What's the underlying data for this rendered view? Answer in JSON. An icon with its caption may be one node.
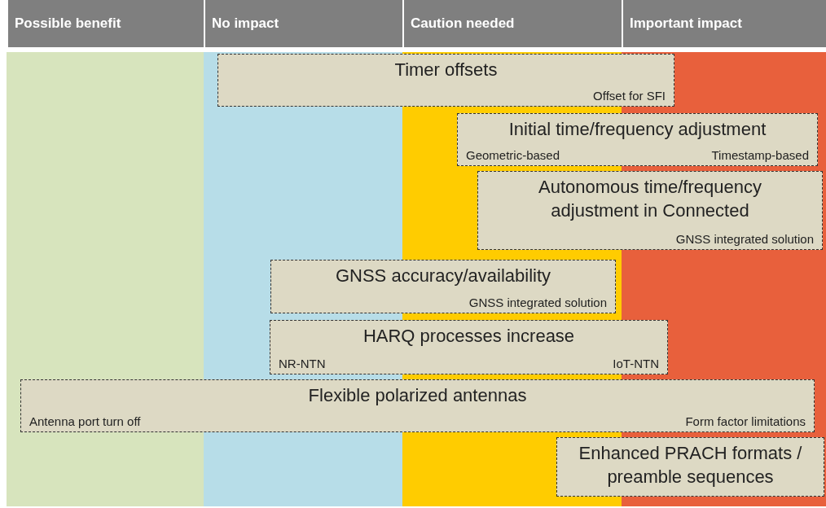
{
  "diagram": {
    "nodes": [
      {
        "text": [
          "Possible benefit"
        ]
      },
      {
        "text": [
          "No impact"
        ]
      },
      {
        "text": [
          "Caution needed"
        ]
      },
      {
        "text": [
          "Important impact"
        ]
      },
      {
        "text": [
          "Timer offsets",
          "Offset for SFI"
        ]
      },
      {
        "text": [
          "Initial time/frequency adjustment",
          "Geometric-based",
          "Timestamp-based"
        ]
      },
      {
        "text": [
          "Autonomous time/frequency adjustment in Connected",
          "GNSS integrated solution"
        ]
      },
      {
        "text": [
          "GNSS accuracy/availability",
          "GNSS integrated solution"
        ]
      },
      {
        "text": [
          "HARQ processes increase",
          "NR-NTN",
          "IoT-NTN"
        ]
      },
      {
        "text": [
          "Flexible polarized antennas",
          "Antenna port turn off",
          "Form factor limitations"
        ]
      },
      {
        "text": [
          "Enhanced PRACH formats / preamble sequences"
        ]
      }
    ],
    "edges": []
  }
}
